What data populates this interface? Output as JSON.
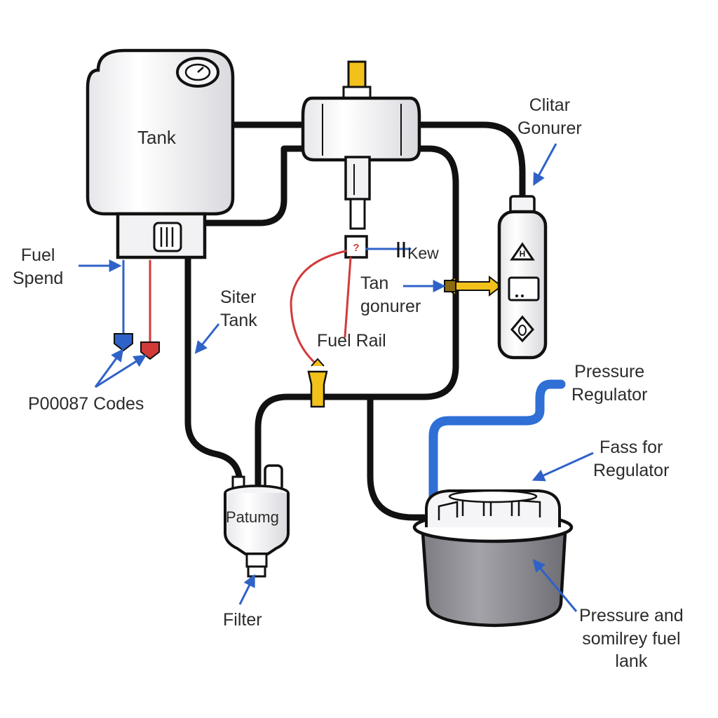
{
  "labels": {
    "tank": "Tank",
    "clitar_gonurer": [
      "Clitar",
      "Gonurer"
    ],
    "fuel_spend": [
      "Fuel",
      "Spend"
    ],
    "siter_tank": [
      "Siter",
      "Tank"
    ],
    "kew": "Kew",
    "tan_gonurer": [
      "Tan",
      "gonurer"
    ],
    "fuel_rail": "Fuel Rail",
    "p0087_codes": "P00087 Codes",
    "pressure_regulator": [
      "Pressure",
      "Regulator"
    ],
    "fass_for_regulator": [
      "Fass for",
      "Regulator"
    ],
    "patumg": "Patumg",
    "filter": "Filter",
    "pressure_and_fuel_tank": [
      "Pressure and",
      "somilrey fuel",
      "lank"
    ]
  },
  "colors": {
    "line": "#111111",
    "arrow_blue": "#2f62c8",
    "fuel_blue": "#2f6fd6",
    "wire_red": "#d23a3a",
    "accent_yellow": "#f2c21b",
    "part_fill": "#f4f4f6",
    "bucket_fill": "#8f8f94"
  }
}
